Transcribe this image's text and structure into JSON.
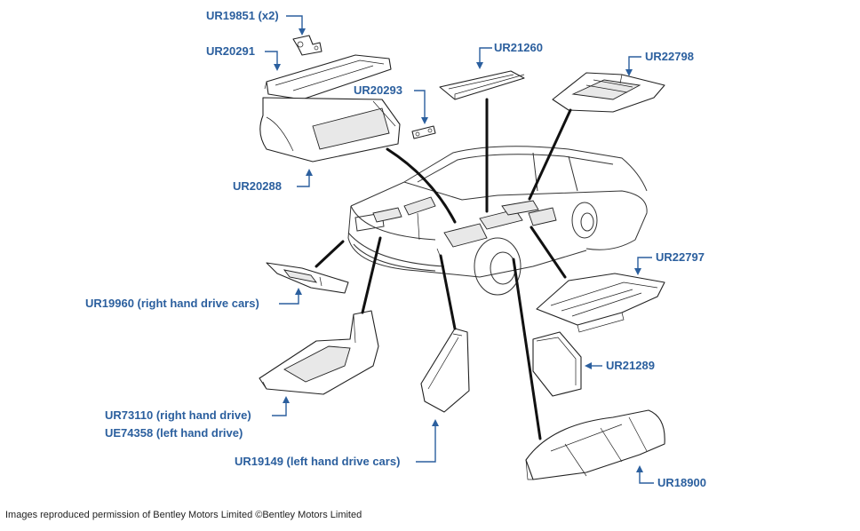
{
  "labels": {
    "ur19851": "UR19851 (x2)",
    "ur20291": "UR20291",
    "ur21260": "UR21260",
    "ur22798": "UR22798",
    "ur20293": "UR20293",
    "ur20288": "UR20288",
    "ur22797": "UR22797",
    "ur19960": "UR19960 (right hand drive cars)",
    "ur21289": "UR21289",
    "ur73110": "UR73110 (right hand drive)",
    "ue74358": "UE74358 (left hand drive)",
    "ur19149": "UR19149 (left hand drive cars)",
    "ur18900": "UR18900"
  },
  "footer": {
    "credit": "Images reproduced permission of Bentley Motors Limited ©Bentley Motors Limited"
  },
  "colors": {
    "label": "#2b5f9e",
    "line": "#222222",
    "background": "#ffffff"
  }
}
